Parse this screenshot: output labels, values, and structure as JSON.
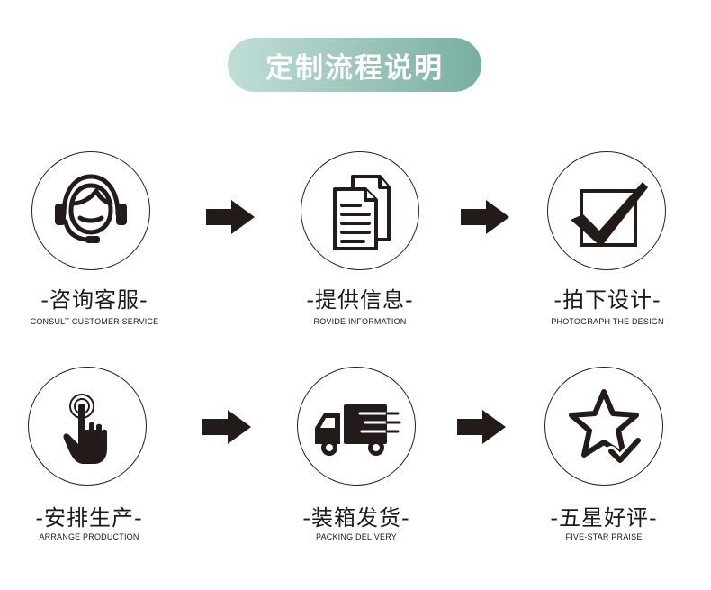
{
  "header": {
    "title": "定制流程说明"
  },
  "colors": {
    "pill_start": "#c0ded8",
    "pill_end": "#78aea2",
    "icon": "#231a1a"
  },
  "steps": [
    {
      "cn": "-咨询客服-",
      "en": "CONSULT CUSTOMER SERVICE",
      "icon": "customer-service-headset-icon"
    },
    {
      "cn": "-提供信息-",
      "en": "ROVIDE INFORMATION",
      "icon": "documents-icon"
    },
    {
      "cn": "-拍下设计-",
      "en": "PHOTOGRAPH THE DESIGN",
      "icon": "checkbox-check-icon"
    },
    {
      "cn": "-安排生产-",
      "en": "ARRANGE PRODUCTION",
      "icon": "hand-tap-icon"
    },
    {
      "cn": "-装箱发货-",
      "en": "PACKING DELIVERY",
      "icon": "delivery-truck-icon"
    },
    {
      "cn": "-五星好评-",
      "en": "FIVE-STAR PRAISE",
      "icon": "star-check-icon"
    }
  ]
}
